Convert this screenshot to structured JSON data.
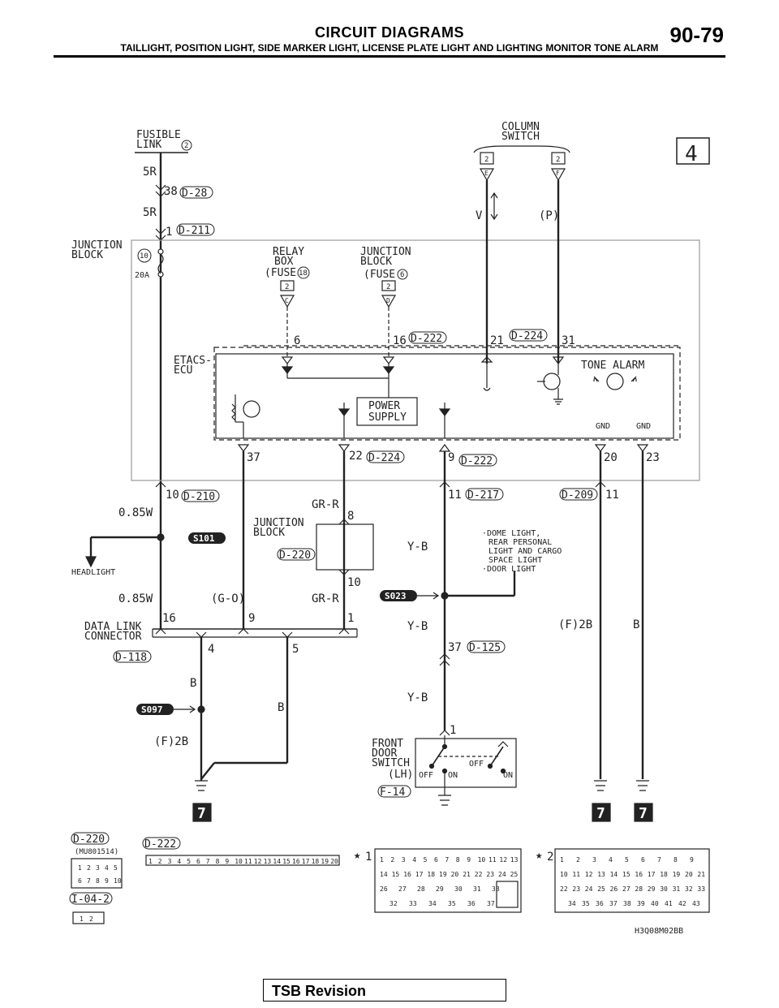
{
  "header": {
    "title": "CIRCUIT DIAGRAMS",
    "subtitle": "TAILLIGHT, POSITION LIGHT, SIDE MARKER LIGHT, LICENSE PLATE LIGHT AND LIGHTING MONITOR TONE ALARM",
    "page": "90-79"
  },
  "sheet_no": "4",
  "labels": {
    "fusible_link_1": "FUSIBLE",
    "fusible_link_2": "LINK",
    "column_switch_1": "COLUMN",
    "column_switch_2": "SWITCH",
    "junction_block_1": "JUNCTION",
    "junction_block_2": "BLOCK",
    "relay_box_1": "RELAY",
    "relay_box_2": "BOX",
    "relay_box_3": "(FUSE",
    "jb_fuse_1": "JUNCTION",
    "jb_fuse_2": "BLOCK",
    "jb_fuse_3": "(FUSE",
    "etacs_1": "ETACS-",
    "etacs_2": "ECU",
    "tone_alarm": "TONE ALARM",
    "power_supply_1": "POWER",
    "power_supply_2": "SUPPLY",
    "gnd": "GND",
    "headlight": "HEADLIGHT",
    "jb2_1": "JUNCTION",
    "jb2_2": "BLOCK",
    "dlc_1": "DATA LINK",
    "dlc_2": "CONNECTOR",
    "dome_1": "·DOME LIGHT,",
    "dome_2": "REAR PERSONAL",
    "dome_3": "LIGHT AND CARGO",
    "dome_4": "SPACE LIGHT",
    "dome_5": "·DOOR LIGHT",
    "fds_1": "FRONT",
    "fds_2": "DOOR",
    "fds_3": "SWITCH",
    "fds_4": "(LH)",
    "off": "OFF",
    "on": "ON",
    "fuse_amp": "20A",
    "mu_part": "(MU801514)",
    "fig_code": "H3Q08M02BB"
  },
  "circled": {
    "link": "2",
    "fuse10": "10",
    "fuse18": "18",
    "fuse6": "6",
    "box2": "2"
  },
  "pins": {
    "e_left": "E",
    "e_right": "F",
    "c": "C",
    "d": "D"
  },
  "connectors": {
    "d28": "D-28",
    "d211": "D-211",
    "d222": "D-222",
    "d224": "D-224",
    "d210": "D-210",
    "d217": "D-217",
    "d209": "D-209",
    "d220": "D-220",
    "d118": "D-118",
    "d125": "D-125",
    "f14": "F-14",
    "i042": "I-04-2"
  },
  "splices": {
    "s101": "S101",
    "s023": "S023",
    "s097": "S097"
  },
  "wires": {
    "r5_top": "5R",
    "r5_mid": "5R",
    "v": "V",
    "p": "(P)",
    "w085_a": "0.85W",
    "w085_b": "0.85W",
    "grr_a": "GR-R",
    "grr_b": "GR-R",
    "go": "(G-O)",
    "yb_a": "Y-B",
    "yb_b": "Y-B",
    "yb_c": "Y-B",
    "f2b_a": "(F)2B",
    "f2b_b": "(F)2B",
    "b_a": "B",
    "b_b": "B",
    "b_c": "B"
  },
  "pin_numbers": {
    "p38": "38",
    "p1": "1",
    "p6": "6",
    "p16": "16",
    "p21": "21",
    "p31": "31",
    "p37": "37",
    "p22": "22",
    "p9": "9",
    "p20": "20",
    "p23": "23",
    "p10": "10",
    "p11a": "11",
    "p11b": "11",
    "p8": "8",
    "p10b": "10",
    "p16b": "16",
    "p9b": "9",
    "p1b": "1",
    "p4": "4",
    "p5": "5",
    "p37b": "37",
    "p1c": "1"
  },
  "ground_refs": [
    "7",
    "7",
    "7"
  ],
  "star_refs": [
    "1",
    "2"
  ],
  "connector_faces": {
    "d220_top": [
      "1",
      "2",
      "3",
      "4",
      "5"
    ],
    "d220_bot": [
      "6",
      "7",
      "8",
      "9",
      "10"
    ],
    "i042": [
      "1",
      "2"
    ],
    "d222": [
      "1",
      "2",
      "3",
      "4",
      "5",
      "6",
      "7",
      "8",
      "9",
      "10",
      "11",
      "12",
      "13",
      "14",
      "15",
      "16",
      "17",
      "18",
      "19",
      "20"
    ],
    "star1_r1": [
      "1",
      "2",
      "3",
      "4",
      "5",
      "6",
      "7",
      "8",
      "9",
      "10",
      "11",
      "12",
      "13"
    ],
    "star1_r2": [
      "14",
      "15",
      "16",
      "17",
      "18",
      "19",
      "20",
      "21",
      "22",
      "23",
      "24",
      "25"
    ],
    "star1_r3": [
      "26",
      "27",
      "28",
      "29",
      "30",
      "31",
      "38"
    ],
    "star1_r4": [
      "32",
      "33",
      "34",
      "35",
      "36",
      "37"
    ],
    "star2_r1": [
      "1",
      "2",
      "3",
      "4",
      "5",
      "6",
      "7",
      "8",
      "9"
    ],
    "star2_r2": [
      "10",
      "11",
      "12",
      "13",
      "14",
      "15",
      "16",
      "17",
      "18",
      "19",
      "20",
      "21"
    ],
    "star2_r3": [
      "22",
      "23",
      "24",
      "25",
      "26",
      "27",
      "28",
      "29",
      "30",
      "31",
      "32",
      "33"
    ],
    "star2_r4": [
      "34",
      "35",
      "36",
      "37",
      "38",
      "39",
      "40",
      "41",
      "42",
      "43"
    ]
  }
}
